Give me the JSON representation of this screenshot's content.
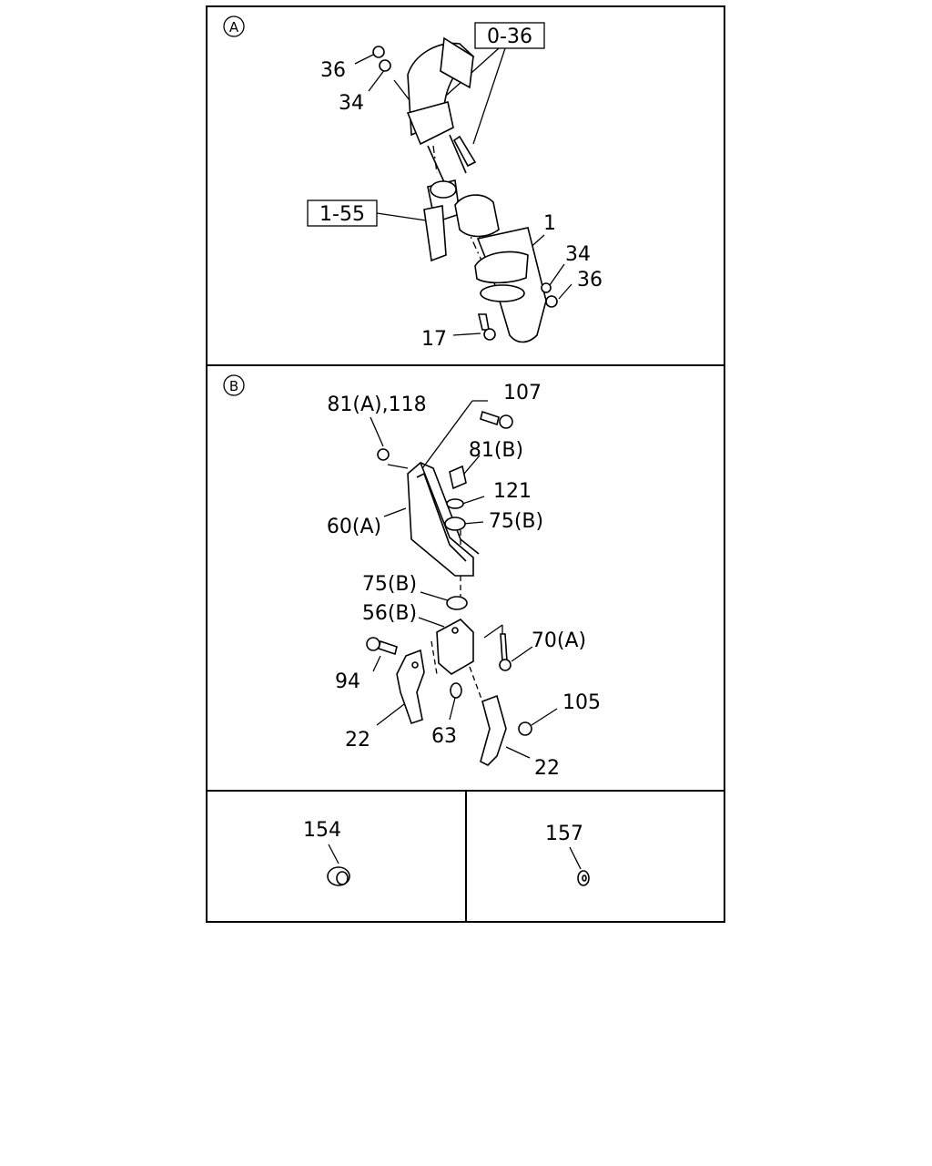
{
  "panels": {
    "a": {
      "marker": "A",
      "ref_boxes": {
        "r036": "0-36",
        "r155": "1-55"
      },
      "labels": {
        "n36_top": "36",
        "n34_top": "34",
        "n1": "1",
        "n34_bot": "34",
        "n36_bot": "36",
        "n17": "17"
      }
    },
    "b": {
      "marker": "B",
      "labels": {
        "n81a118": "81(A),118",
        "n107": "107",
        "n81b": "81(B)",
        "n121": "121",
        "n75b_top": "75(B)",
        "n60a": "60(A)",
        "n75b_mid": "75(B)",
        "n56b": "56(B)",
        "n70a": "70(A)",
        "n94": "94",
        "n105": "105",
        "n22_left": "22",
        "n63": "63",
        "n22_right": "22"
      }
    },
    "c": {
      "labels": {
        "n154": "154"
      }
    },
    "d": {
      "labels": {
        "n157": "157"
      }
    }
  }
}
